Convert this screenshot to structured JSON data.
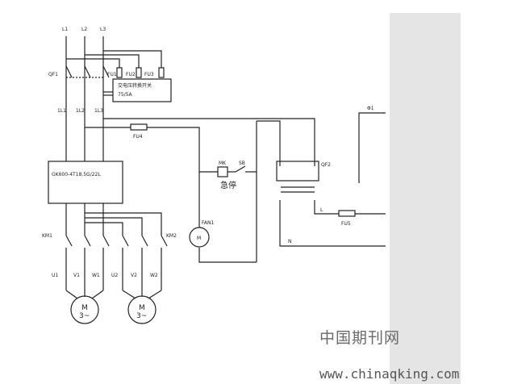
{
  "labels": {
    "L1": "L1",
    "L2": "L2",
    "L3": "L3",
    "QF1": "QF1",
    "FU1": "FU1",
    "FU2": "FU2",
    "FU3": "FU3",
    "switch_line1": "交电压转换开关",
    "switch_line2": "75/5A",
    "oneL1": "1L1",
    "oneL2": "1L2",
    "oneL3": "1L3",
    "FU4": "FU4",
    "inverter": "GK600-4T18.5G/22L",
    "MK": "MK",
    "SB": "SB",
    "estop": "急停",
    "FAN1": "FAN1",
    "fan_motor": "M",
    "QF2": "QF2",
    "L": "L",
    "FU5": "FU5",
    "N": "N",
    "phi1": "Φ1",
    "KM1": "KM1",
    "KM2": "KM2",
    "U1": "U1",
    "V1": "V1",
    "W1": "W1",
    "U2": "U2",
    "V2": "V2",
    "W2": "W2",
    "motor1_line1": "M",
    "motor1_line2": "3~",
    "motor2_line1": "M",
    "motor2_line2": "3~"
  },
  "watermark": {
    "text_cn": "中国期刊网",
    "url": "www.chinaqking.com"
  }
}
